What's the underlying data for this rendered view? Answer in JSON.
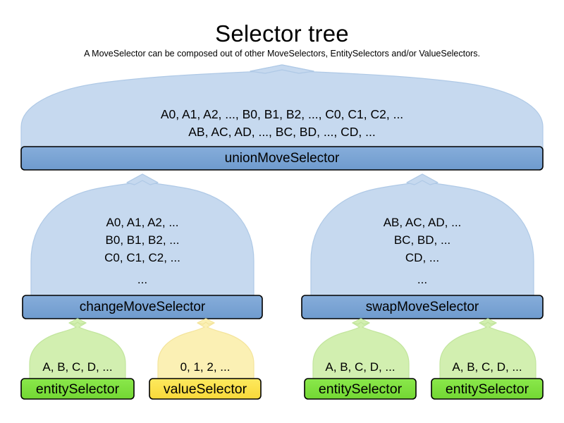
{
  "header": {
    "title": "Selector tree",
    "subtitle": "A MoveSelector can be composed out of other MoveSelectors, EntitySelectors and/or ValueSelectors."
  },
  "colors": {
    "move_balloon_fill": "#C6D9EF",
    "move_balloon_stroke": "#A9C4E4",
    "move_bar_fill": "#7BA7D7",
    "move_bar_stroke": "#000000",
    "entity_balloon_fill": "#D2EFB0",
    "entity_balloon_stroke": "#BCE39A",
    "entity_bar_fill": "#7DE03C",
    "value_balloon_fill": "#FBF0B4",
    "value_balloon_stroke": "#F3E49A",
    "value_bar_fill": "#FCE14C",
    "background": "#FFFFFF",
    "text": "#000000"
  },
  "nodes": [
    {
      "id": "union-move-selector",
      "kind": "move",
      "label": "unionMoveSelector",
      "lines": [
        "A0, A1, A2, ..., B0, B1, B2, ..., C0, C1, C2, ...",
        "AB, AC, AD, ..., BC, BD, ..., CD, ..."
      ]
    },
    {
      "id": "change-move-selector",
      "kind": "move",
      "label": "changeMoveSelector",
      "lines": [
        "A0, A1, A2, ...",
        "B0, B1, B2, ...",
        "C0, C1, C2, ...",
        "..."
      ]
    },
    {
      "id": "swap-move-selector",
      "kind": "move",
      "label": "swapMoveSelector",
      "lines": [
        "AB, AC, AD, ...",
        "BC, BD, ...",
        "CD, ...",
        "..."
      ]
    },
    {
      "id": "entity-selector-1",
      "kind": "entity",
      "label": "entitySelector",
      "lines": [
        "A, B, C, D, ..."
      ]
    },
    {
      "id": "value-selector-1",
      "kind": "value",
      "label": "valueSelector",
      "lines": [
        "0, 1, 2, ..."
      ]
    },
    {
      "id": "entity-selector-2",
      "kind": "entity",
      "label": "entitySelector",
      "lines": [
        "A, B, C, D, ..."
      ]
    },
    {
      "id": "entity-selector-3",
      "kind": "entity",
      "label": "entitySelector",
      "lines": [
        "A, B, C, D, ..."
      ]
    }
  ]
}
